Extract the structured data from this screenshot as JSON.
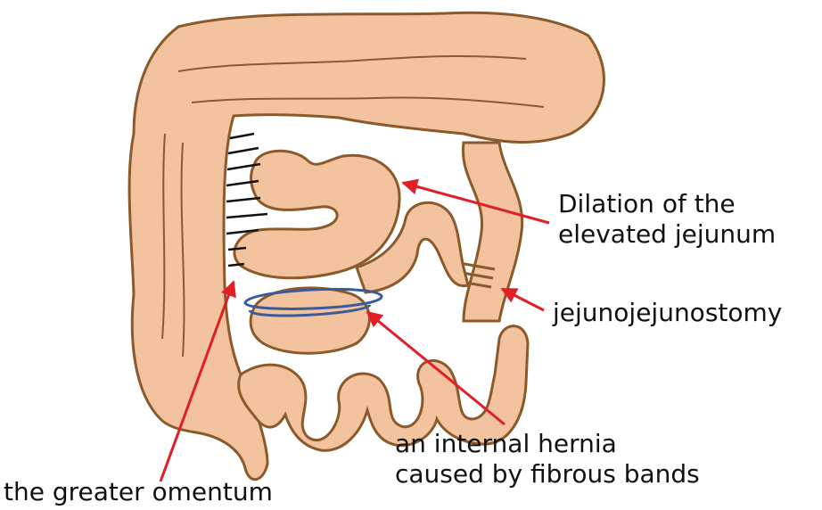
{
  "labels": {
    "dilation_line1": "Dilation of the",
    "dilation_line2": "elevated jejunum",
    "jejunojejunostomy": "jejunojejunostomy",
    "hernia_line1": "an internal hernia",
    "hernia_line2": "caused by fibrous bands",
    "omentum": "the greater omentum"
  },
  "colors": {
    "bowel_fill": "#f3c29f",
    "bowel_outline": "#8a5a2b",
    "fibrous_band": "#3a5a9a",
    "arrow": "#e21e26",
    "omentum_lines": "#111111",
    "text": "#111111"
  }
}
